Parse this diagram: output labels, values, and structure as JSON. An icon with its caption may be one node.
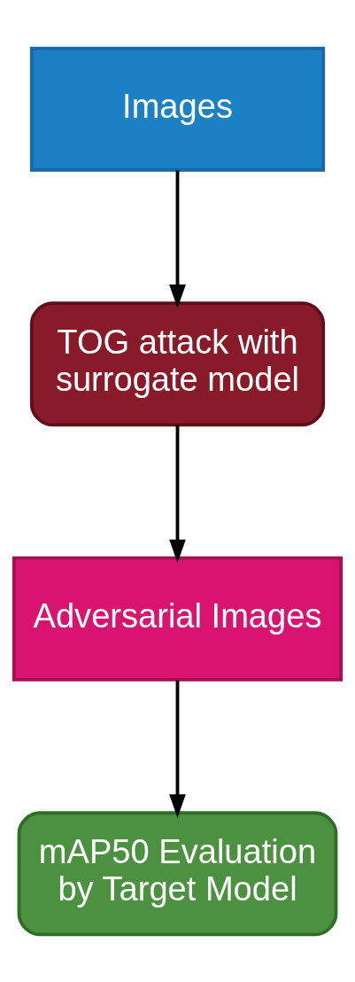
{
  "diagram": {
    "nodes": [
      {
        "text": [
          "Images"
        ]
      },
      {
        "text": [
          "TOG attack with surrogate model"
        ]
      },
      {
        "text": [
          "Adversarial Images"
        ]
      },
      {
        "text": [
          "mAP50 Evaluation by Target Model"
        ]
      }
    ],
    "edges": [
      {
        "from": 0,
        "to": 1,
        "arrow": "to"
      },
      {
        "from": 1,
        "to": 2,
        "arrow": "to"
      },
      {
        "from": 2,
        "to": 3,
        "arrow": "to"
      }
    ]
  }
}
